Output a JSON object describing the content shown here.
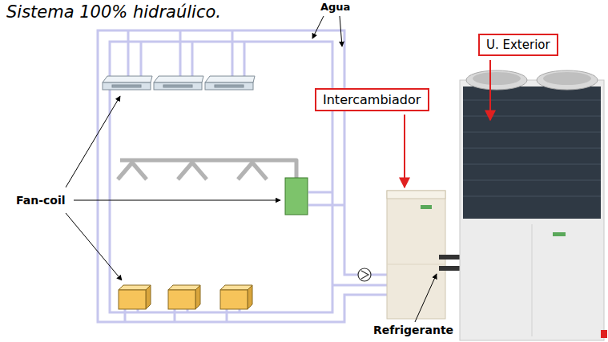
{
  "diagram": {
    "title": "Sistema 100% hidraúlico.",
    "nodes": [
      {
        "text": [
          "U. Exterior"
        ]
      },
      {
        "text": [
          "Intercambiador"
        ]
      }
    ],
    "labels": [
      "Agua",
      "Fan-coil",
      "Refrigerante"
    ]
  }
}
